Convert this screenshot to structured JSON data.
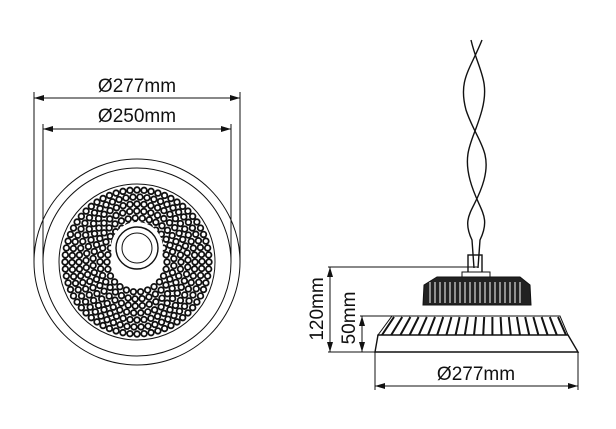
{
  "top_view": {
    "outer_diameter_label": "Ø277mm",
    "inner_diameter_label": "Ø250mm"
  },
  "side_view": {
    "total_height_label": "120mm",
    "base_height_label": "50mm",
    "base_diameter_label": "Ø277mm"
  },
  "colors": {
    "line": "#111111",
    "background": "#ffffff"
  }
}
